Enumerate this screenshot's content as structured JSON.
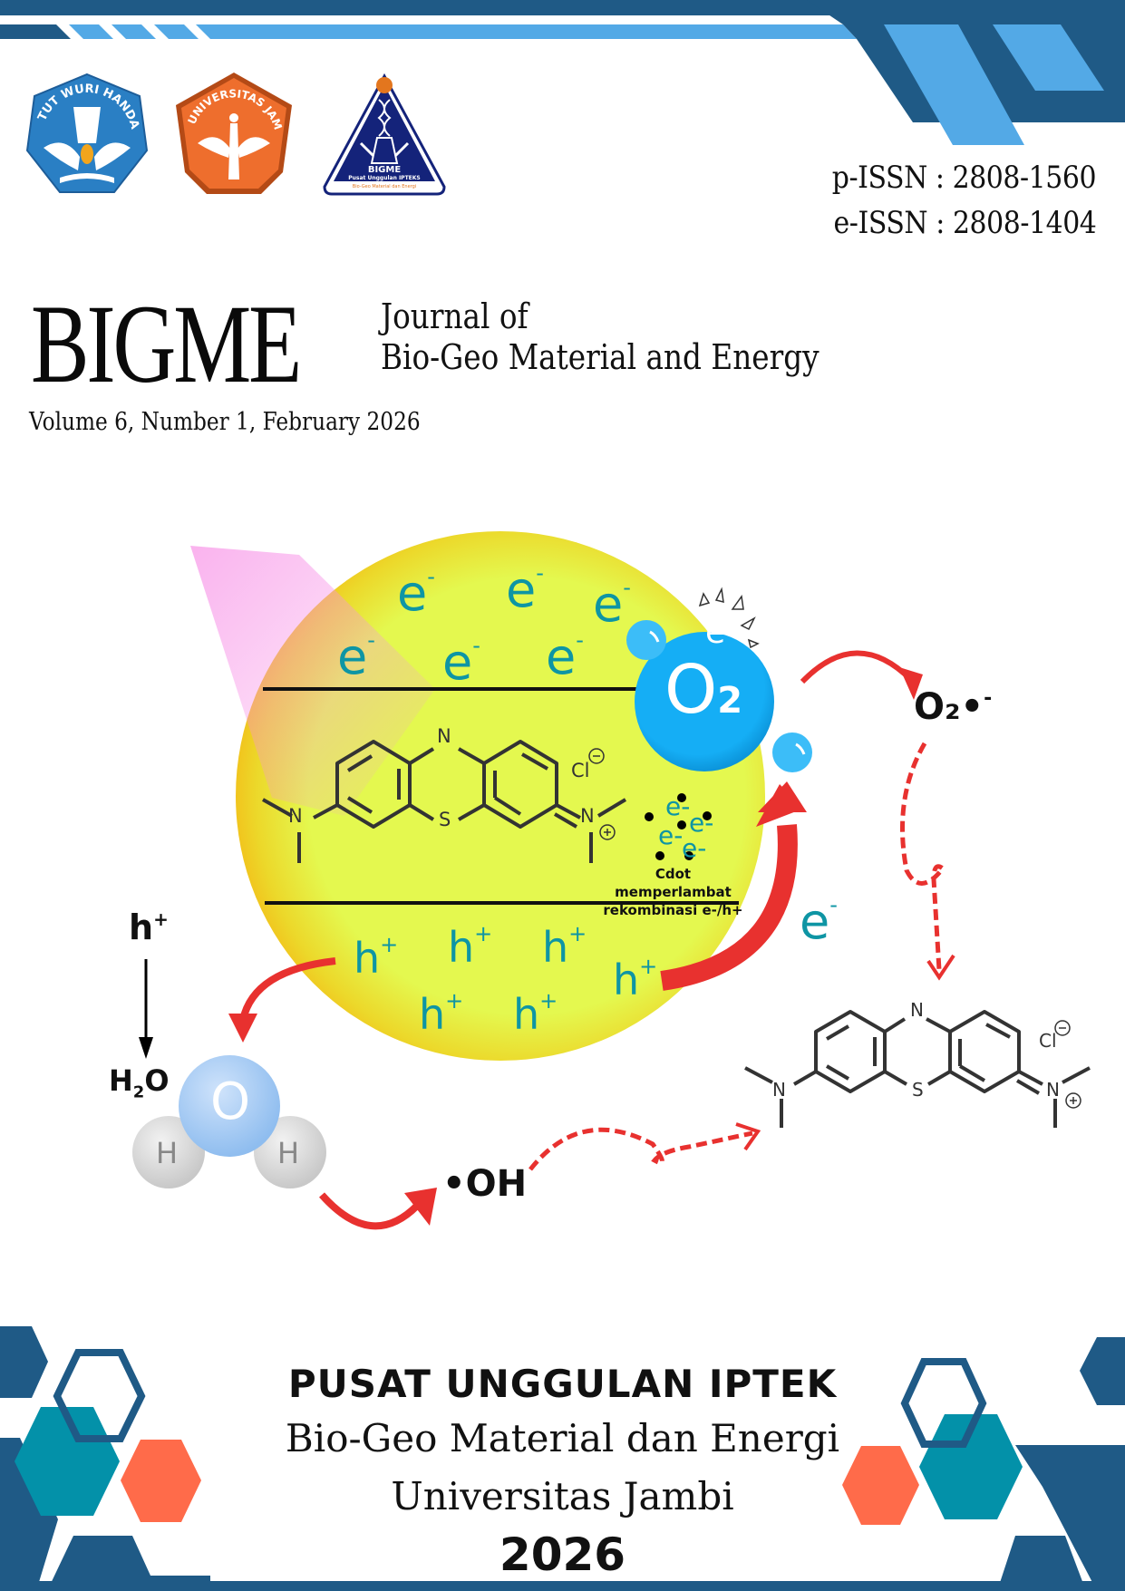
{
  "header": {
    "logos": [
      {
        "name": "Tut Wuri Handayani",
        "text": "TUT WURI HANDAYANI",
        "color": "#2a7fc4"
      },
      {
        "name": "Universitas Jambi",
        "text": "UNIVERSITAS JAMBI",
        "color": "#ec6e2c"
      },
      {
        "name": "BIGME",
        "text": "BIGME",
        "subtext": "Pusat Unggulan IPTEKS",
        "subtext2": "Bio-Geo Material dan Energi Universitas Jambi",
        "color": "#14237a"
      }
    ],
    "p_issn": "p-ISSN : 2808-1560",
    "e_issn": "e-ISSN : 2808-1404"
  },
  "masthead": {
    "title": "BIGME",
    "subtitle_line1": "Journal of",
    "subtitle_line2": "Bio-Geo Material and Energy",
    "volume": "Volume 6, Number 1, February 2026"
  },
  "diagram": {
    "electron": "e",
    "electron_charge": "-",
    "hole": "h",
    "hole_charge": "+",
    "o2_label": "O",
    "o2_sub": "2",
    "superoxide": "O₂•",
    "superoxide_charge": "-",
    "cl_label": "Cl",
    "n_label": "N",
    "s_label": "S",
    "cdot_note_line1": "Cdot memperlambat",
    "cdot_note_line2": "rekombinasi e-/h+",
    "h_plus_label": "h",
    "h2o_label": "H",
    "h2o_sub": "2",
    "h2o_o": "O",
    "water_o": "O",
    "water_h": "H",
    "hydroxyl": "•OH"
  },
  "footer": {
    "line1": "PUSAT UNGGULAN IPTEK",
    "line2": "Bio-Geo Material dan Energi",
    "line3": "Universitas Jambi",
    "year": "2026"
  },
  "colors": {
    "dark_blue": "#1f5a86",
    "light_blue": "#53a9e6",
    "teal": "#0391a9",
    "orange": "#ff6b4a",
    "yellow": "#e4f54f",
    "red": "#e8312f",
    "o2_blue": "#15aef5"
  }
}
